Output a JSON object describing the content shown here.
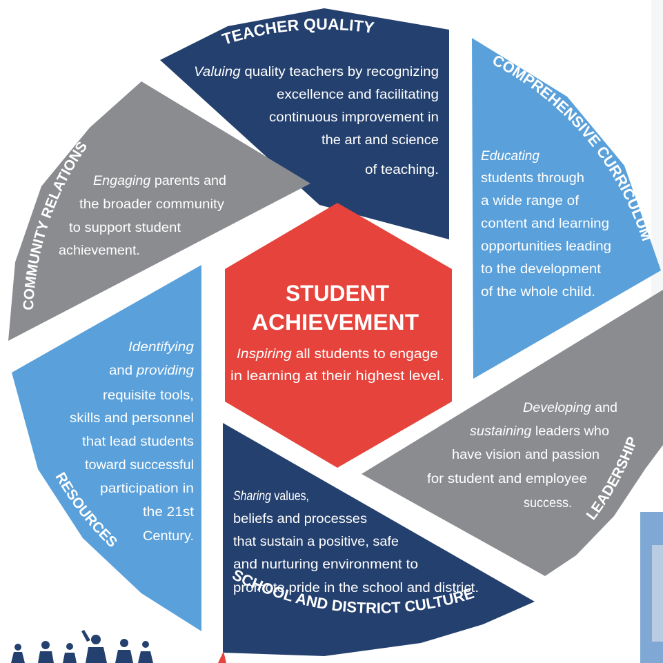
{
  "colors": {
    "navy": "#24406E",
    "light_blue": "#5AA0DA",
    "gray": "#8A8C8F",
    "red": "#E5433B",
    "text_on_dark": "#FFFFFF",
    "frame_blue": "#7FA9D4"
  },
  "center": {
    "title_line1": "STUDENT",
    "title_line2": "ACHIEVEMENT",
    "desc_verb": "Inspiring",
    "desc_rest1": " all students to engage",
    "desc_line2": "in learning at their highest level."
  },
  "segments": {
    "teacher_quality": {
      "title": "TEACHER QUALITY",
      "verb": "Valuing",
      "line1_rest": " quality teachers by recognizing",
      "line2": "excellence and facilitating",
      "line3": "continuous improvement in",
      "line4": "the art and science",
      "line5": "of teaching."
    },
    "comprehensive_curriculum": {
      "title": "COMPREHENSIVE CURRICULUM",
      "verb": "Educating",
      "line2": "students through",
      "line3": "a wide range of",
      "line4": "content and learning",
      "line5": "opportunities leading",
      "line6": "to the development",
      "line7": "of the whole child."
    },
    "leadership": {
      "title": "LEADERSHIP",
      "verb1": "Developing",
      "line1_rest": " and",
      "verb2": "sustaining",
      "line2_rest": " leaders who",
      "line3": "have vision and passion",
      "line4": "for student and employee",
      "line5": "success."
    },
    "school_culture": {
      "title": "SCHOOL AND DISTRICT CULTURE",
      "verb": "Sharing",
      "line1_rest": " values,",
      "line2": "beliefs and processes",
      "line3": "that sustain a positive, safe",
      "line4": "and nurturing environment to",
      "line5": "promote pride in the school and district."
    },
    "resources": {
      "title": "RESOURCES",
      "verb1": "Identifying",
      "line2_pre": "and ",
      "verb2": "providing",
      "line3": "requisite tools,",
      "line4": "skills and personnel",
      "line5": "that lead students",
      "line6": "toward successful",
      "line7": "participation in",
      "line8": "the 21st",
      "line9": "Century."
    },
    "community_relations": {
      "title": "COMMUNITY RELATIONS",
      "verb": "Engaging",
      "line1_rest": " parents and",
      "line2": "the broader community",
      "line3": "to support student",
      "line4": "achievement."
    }
  },
  "decor": {
    "silhouettes": "student-silhouettes-image",
    "photo_edge": "photo-fragment-image"
  }
}
